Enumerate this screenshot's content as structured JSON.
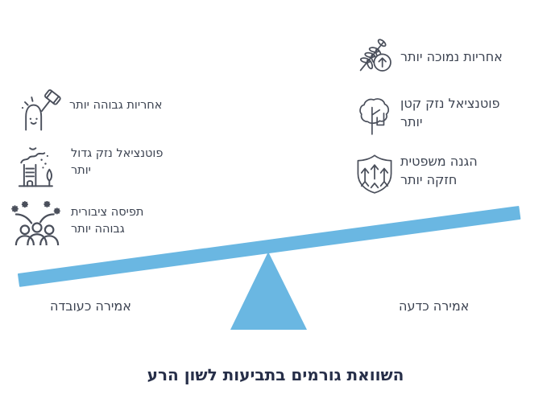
{
  "title": "השוואת גורמים בתביעות לשון הרע",
  "colors": {
    "beam_blue": "#6ab7e2",
    "text": "#3c4351",
    "title_text": "#272f49",
    "icon_stroke": "#4a4f5b",
    "background": "#ffffff"
  },
  "seesaw": {
    "tilt": "right side up, left side down",
    "beam_shape": "tilted-bar",
    "fulcrum_shape": "triangle"
  },
  "right_side": {
    "label": "אמירה כדעה",
    "items": [
      {
        "icon": "wheat-up-arrow-icon",
        "text": "אחריות נמוכה יותר"
      },
      {
        "icon": "tree-icon",
        "text": "פוטנציאל נזק קטן\nיותר"
      },
      {
        "icon": "shield-arrows-icon",
        "text": "הגנה משפטית\nחזקה יותר"
      }
    ]
  },
  "left_side": {
    "label": "אמירה כעובדה",
    "items": [
      {
        "icon": "gavel-mole-icon",
        "text": "אחריות גבוהה יותר"
      },
      {
        "icon": "damaged-building-icon",
        "text": "פוטנציאל נזק גדול\nיותר"
      },
      {
        "icon": "crowd-sparks-icon",
        "text": "תפיסה ציבורית\nגבוהה יותר"
      }
    ]
  }
}
